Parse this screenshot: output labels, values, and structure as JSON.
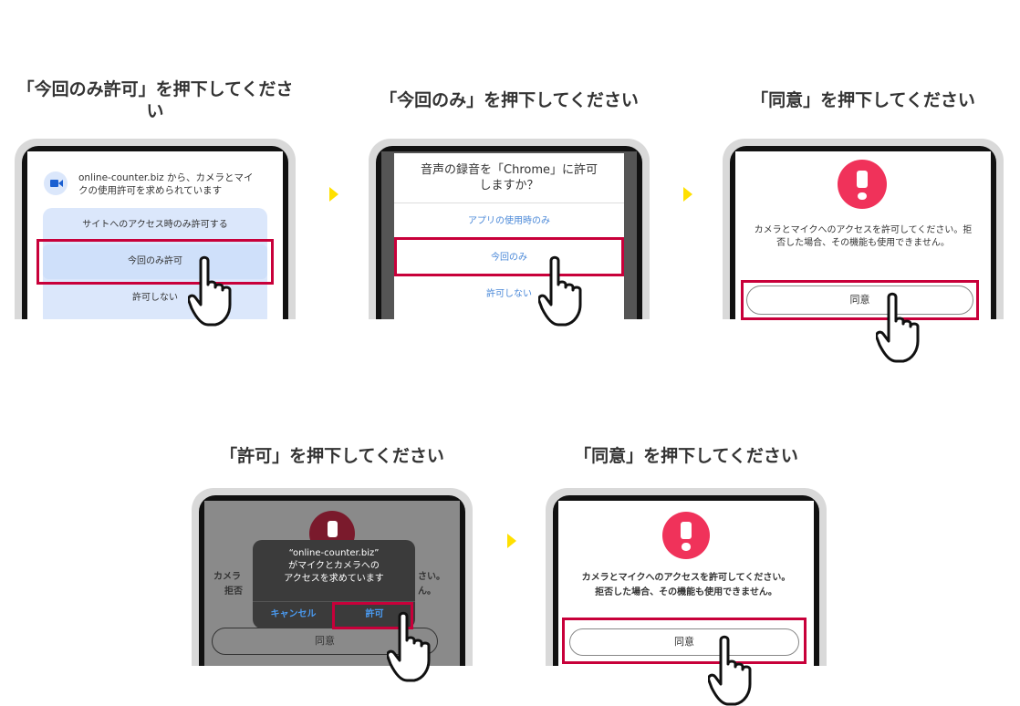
{
  "steps": [
    {
      "title": "「今回のみ許可」を押下してください",
      "dialog_text": "online-counter.biz から、カメラとマイクの使用許可を求められています",
      "options": [
        "サイトへのアクセス時のみ許可する",
        "今回のみ許可",
        "許可しない"
      ],
      "icon": "video-camera-icon"
    },
    {
      "title": "「今回のみ」を押下してください",
      "dialog_title": "音声の録音を「Chrome」に許可しますか？",
      "options": [
        "アプリの使用時のみ",
        "今回のみ",
        "許可しない"
      ]
    },
    {
      "title": "「同意」を押下してください",
      "message": "カメラとマイクへのアクセスを許可してください。拒否した場合、その機能も使用できません。",
      "button": "同意"
    },
    {
      "title": "「許可」を押下してください",
      "dialog_line1": "“online-counter.biz”",
      "dialog_line2": "がマイクとカメラへの",
      "dialog_line3": "アクセスを求めています",
      "cancel": "キャンセル",
      "allow": "許可",
      "bg_message_left1": "カメラ",
      "bg_message_right1": "さい。",
      "bg_message_left2": "拒否",
      "bg_message_right2": "ん。",
      "button": "同意"
    },
    {
      "title": "「同意」を押下してください",
      "message_line1": "カメラとマイクへのアクセスを許可してください。",
      "message_line2": "拒否した場合、その機能も使用できません。",
      "button": "同意"
    }
  ],
  "colors": {
    "highlight": "#c8003a",
    "arrow": "#ffe000",
    "alert": "#f0325a",
    "chrome_blue": "#1a73e8"
  }
}
